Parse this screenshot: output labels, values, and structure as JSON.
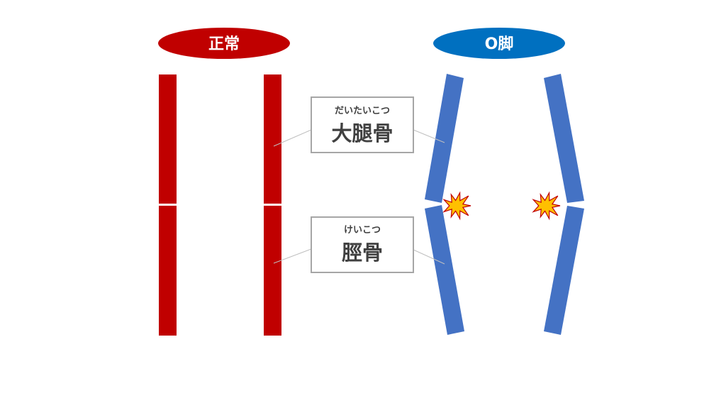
{
  "normal": {
    "title": "正常",
    "color": "#c00000"
  },
  "bowleg": {
    "title": "O脚",
    "color": "#0070c0",
    "bone_color": "#4472c4"
  },
  "labels": {
    "femur": {
      "ruby": "だいたいこつ",
      "text": "大腿骨"
    },
    "tibia": {
      "ruby": "けいこつ",
      "text": "脛骨"
    }
  },
  "icons": {
    "impact": "explosion-burst-icon",
    "impact_fill": "#ffc000",
    "impact_stroke": "#c00000"
  },
  "colors": {
    "label_border": "#a6a6a6",
    "leader_line": "#bfbfbf",
    "text": "#404040"
  }
}
